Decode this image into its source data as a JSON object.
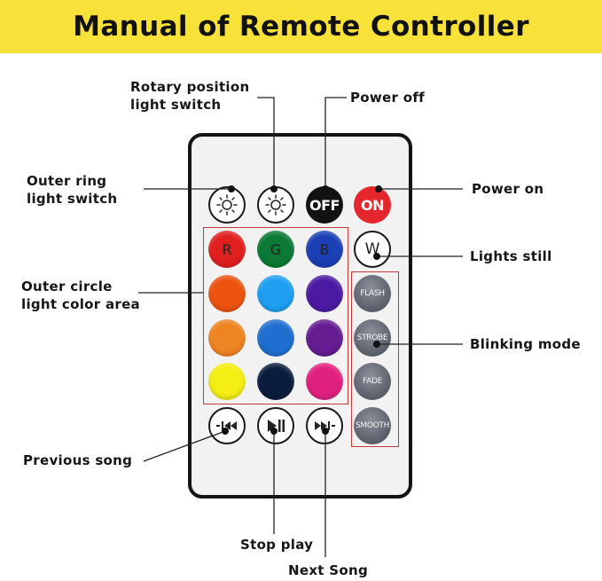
{
  "title": "Manual of Remote Controller",
  "labels": {
    "rotary_1": "Rotary position",
    "rotary_2": "light switch",
    "power_off": "Power off",
    "outer_ring_1": "Outer ring",
    "outer_ring_2": "light switch",
    "power_on": "Power on",
    "lights_still": "Lights still",
    "outer_circle_1": "Outer circle",
    "outer_circle_2": "light color area",
    "blinking_mode": "Blinking mode",
    "previous_song": "Previous song",
    "stop_play": "Stop play",
    "next_song": "Next Song"
  },
  "buttons": {
    "off": "OFF",
    "on": "ON",
    "r": "R",
    "g": "G",
    "b": "B",
    "w": "W",
    "flash": "FLASH",
    "strobe": "STROBE",
    "fade": "FADE",
    "smooth": "SMOOTH"
  },
  "icons": {
    "outer_ring": "sun-icon",
    "rotary": "sun-icon",
    "previous": "previous-track-icon",
    "stop_play": "play-pause-icon",
    "next": "next-track-icon"
  },
  "colors": {
    "banner": "#f8e23a",
    "on_button": "#e5262d",
    "color_grid": [
      "#e0201f",
      "#0a7a35",
      "#1b3fb5",
      "#ec5410",
      "#1e9ff0",
      "#4b1aa3",
      "#ef8422",
      "#1f6fd0",
      "#651c91",
      "#f4ee14",
      "#0b1d3d",
      "#e0207e"
    ],
    "mode_button": "#6a6e78",
    "annotation_box": "#c43a3a"
  }
}
